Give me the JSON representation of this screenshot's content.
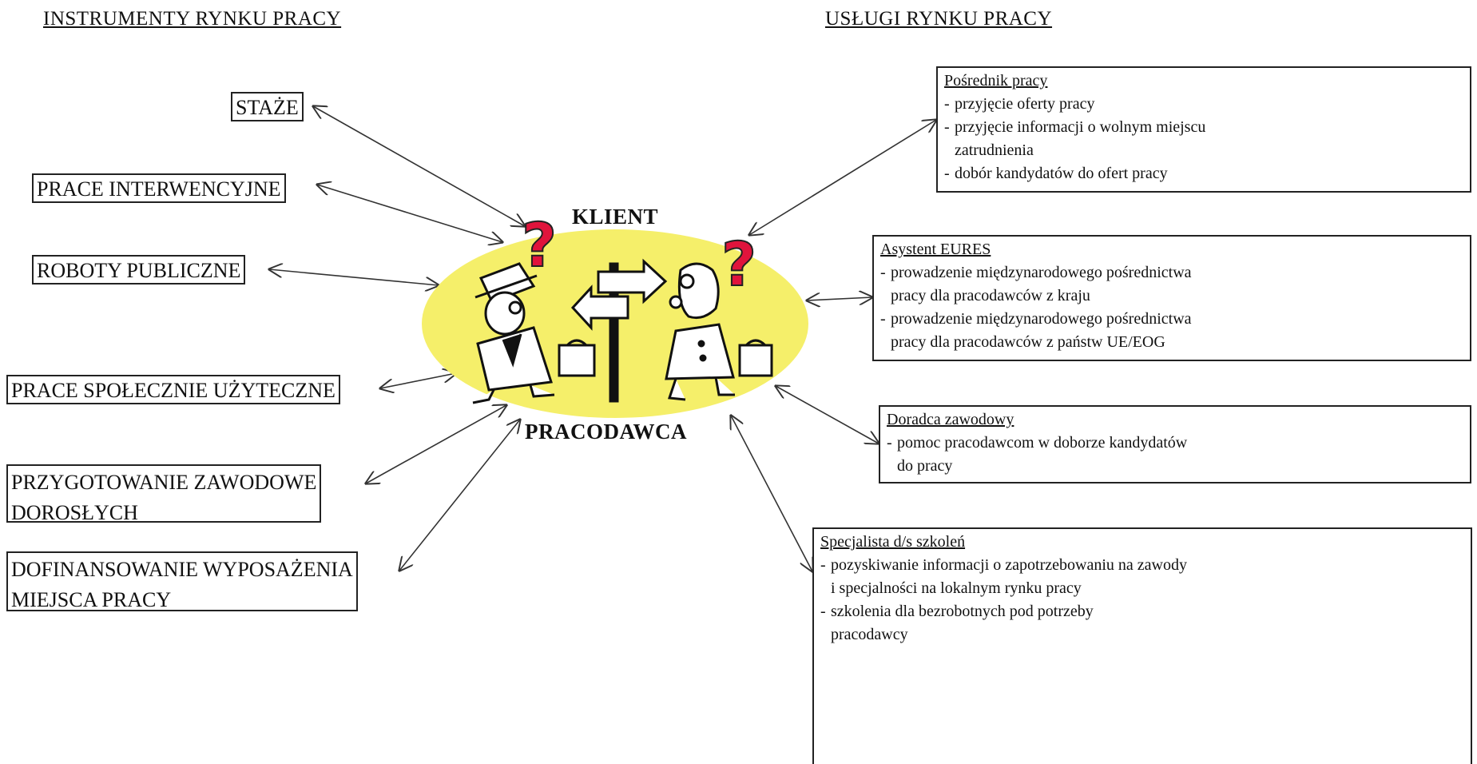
{
  "headings": {
    "left": "INSTRUMENTY RYNKU PRACY",
    "right": "USŁUGI RYNKU PRACY"
  },
  "center": {
    "top_label": "KLIENT",
    "bottom_label": "PRACODAWCA"
  },
  "instruments": [
    {
      "lines": [
        "STAŻE"
      ]
    },
    {
      "lines": [
        "PRACE INTERWENCYJNE"
      ]
    },
    {
      "lines": [
        "ROBOTY PUBLICZNE"
      ]
    },
    {
      "lines": [
        "PRACE SPOŁECZNIE UŻYTECZNE"
      ]
    },
    {
      "lines": [
        "PRZYGOTOWANIE ZAWODOWE",
        "DOROSŁYCH"
      ]
    },
    {
      "lines": [
        "DOFINANSOWANIE WYPOSAŻENIA",
        "MIEJSCA PRACY"
      ]
    }
  ],
  "services": [
    {
      "title": "Pośrednik pracy",
      "items": [
        [
          "przyjęcie oferty pracy"
        ],
        [
          "przyjęcie informacji o wolnym miejscu",
          "zatrudnienia"
        ],
        [
          "dobór kandydatów do ofert pracy"
        ]
      ]
    },
    {
      "title": "Asystent EURES",
      "items": [
        [
          "prowadzenie międzynarodowego pośrednictwa",
          "pracy dla pracodawców z kraju"
        ],
        [
          "prowadzenie międzynarodowego pośrednictwa",
          "pracy dla pracodawców z państw UE/EOG"
        ]
      ]
    },
    {
      "title": "Doradca zawodowy",
      "items": [
        [
          "pomoc pracodawcom w doborze kandydatów",
          "do pracy"
        ]
      ]
    },
    {
      "title": "Specjalista d/s szkoleń",
      "items": [
        [
          "pozyskiwanie informacji o zapotrzebowaniu na zawody",
          "i specjalności na lokalnym rynku pracy"
        ],
        [
          "szkolenia dla bezrobotnych pod potrzeby",
          "pracodawcy"
        ]
      ]
    }
  ],
  "colors": {
    "ellipse": "#f5ef6a",
    "question_mark": "#e0143c",
    "line": "#333333"
  }
}
